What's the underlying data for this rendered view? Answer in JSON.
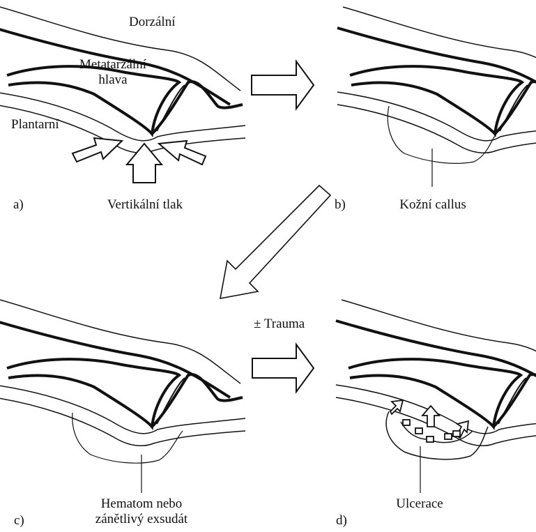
{
  "panel_a": {
    "letter": "a)",
    "dorsal_label": "Dorzální",
    "metatarsal_line1": "Metatarzální",
    "metatarsal_line2": "hlava",
    "plantar_label": "Plantarní",
    "caption": "Vertikální tlak"
  },
  "panel_b": {
    "letter": "b)",
    "caption": "Kožní callus"
  },
  "panel_c": {
    "letter": "c)",
    "caption_line1": "Hematom nebo",
    "caption_line2": "zánětlivý exsudát"
  },
  "panel_d": {
    "letter": "d)",
    "arrow_label": "± Trauma",
    "caption": "Ulcerace"
  }
}
